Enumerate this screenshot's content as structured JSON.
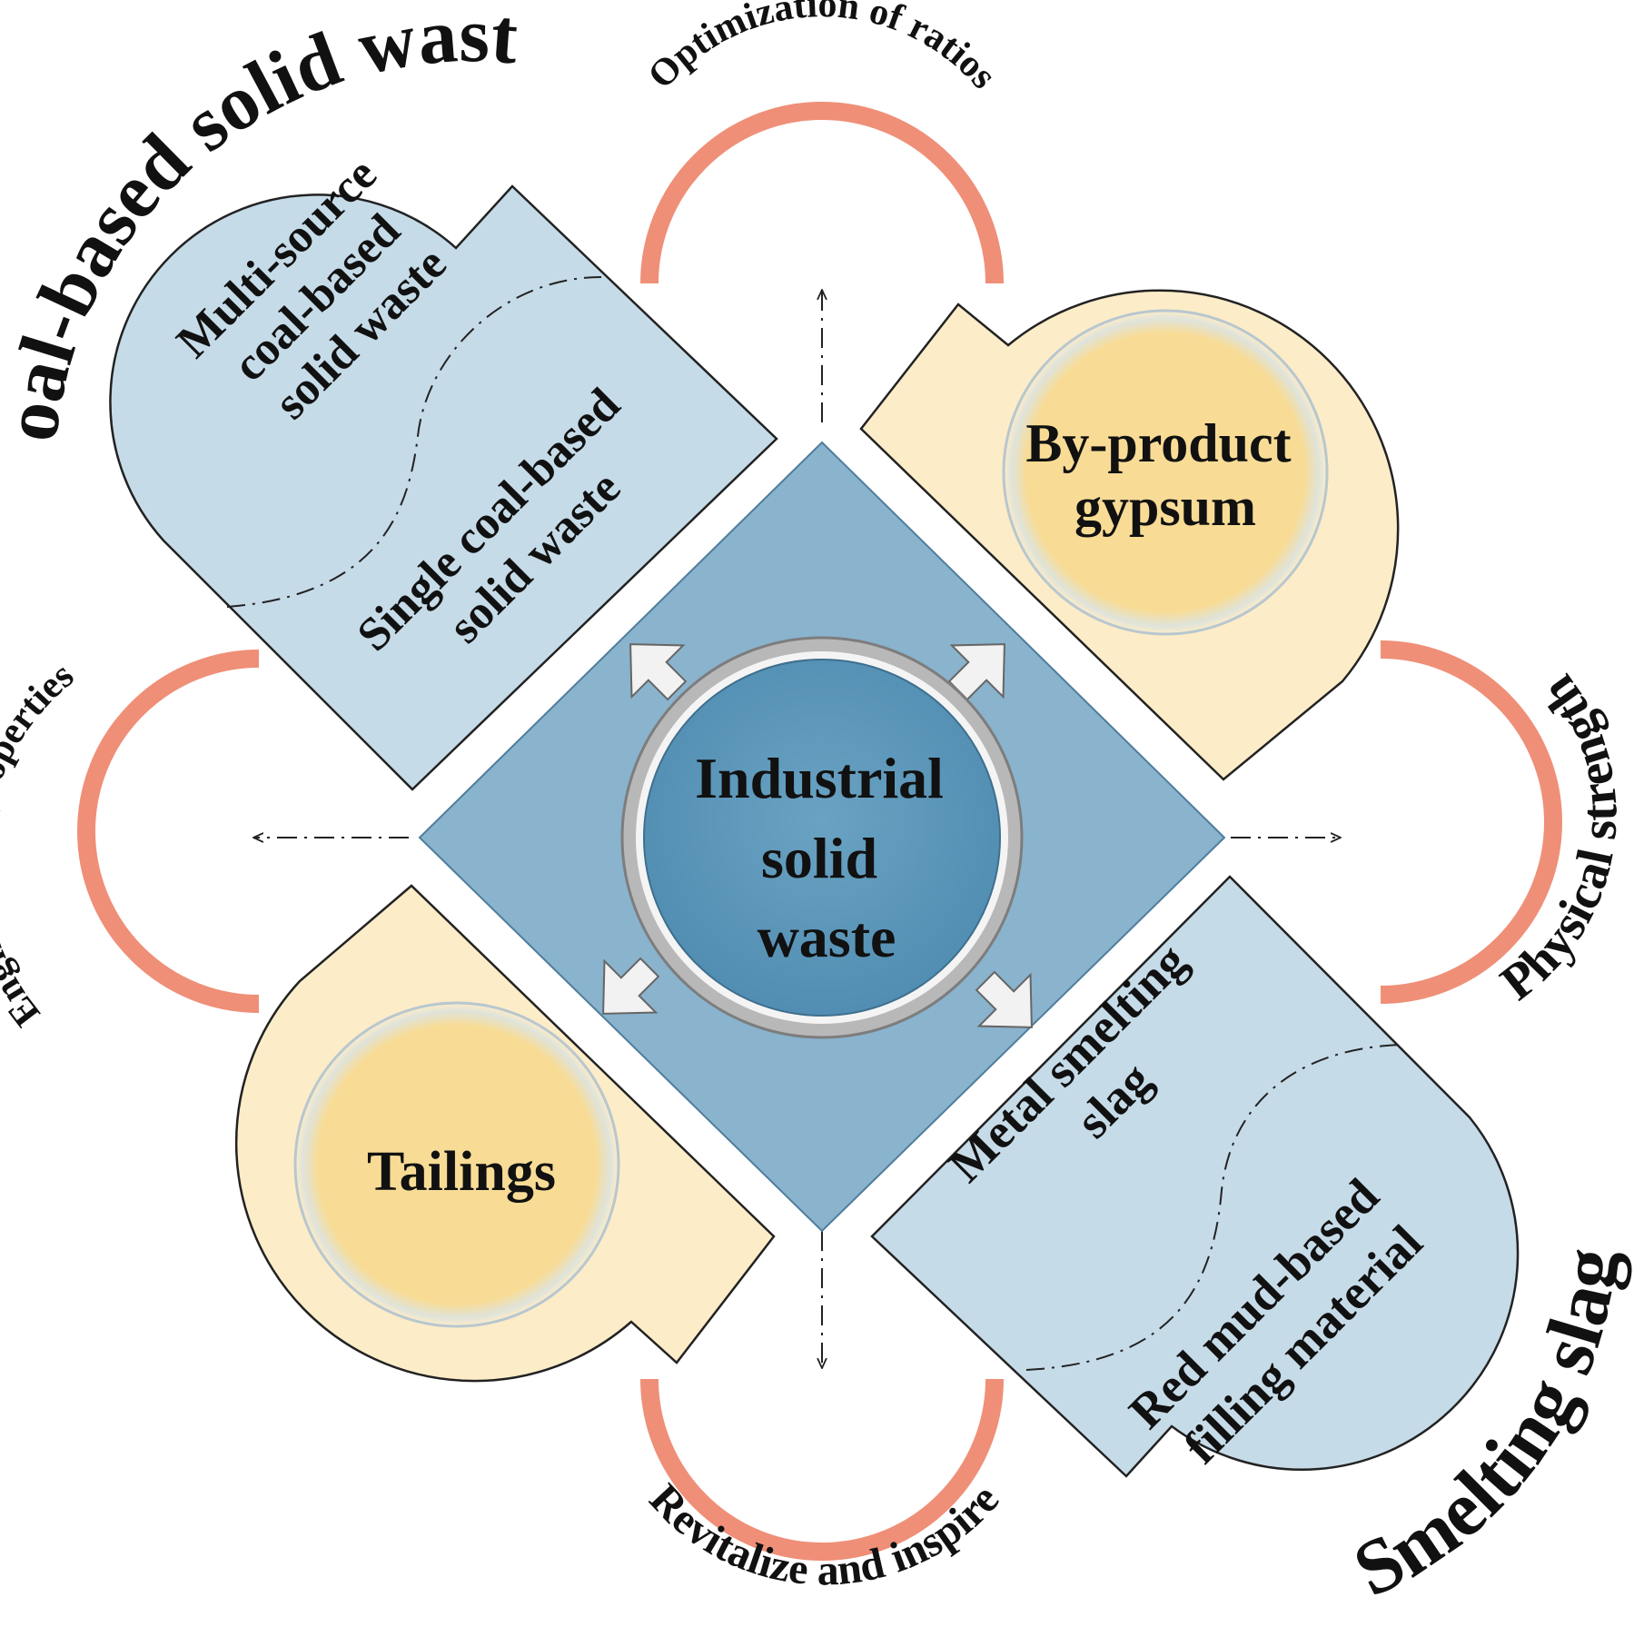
{
  "center": {
    "lines": [
      "Industrial",
      "solid",
      "waste"
    ]
  },
  "petals": {
    "coal": {
      "title": "Coal-based solid waste",
      "multi": [
        "Multi-source",
        "coal-based",
        "solid waste"
      ],
      "single": [
        "Single coal-based",
        "solid waste"
      ]
    },
    "gypsum": {
      "lines": [
        "By-product",
        "gypsum"
      ]
    },
    "tailings": {
      "label": "Tailings"
    },
    "slag": {
      "title": "Smelting slag",
      "metal": [
        "Metal smelting",
        "slag"
      ],
      "redmud": [
        "Red mud-based",
        "filling material"
      ]
    }
  },
  "arcs": {
    "top": "Optimization of ratios",
    "right": "Physical strength",
    "bottom": "Revitalize and inspire",
    "left": "Engineering properties"
  },
  "colors": {
    "blue_petal": "#c6dbe8",
    "yellow_petal": "#fcecc8",
    "yellow_circle": "#f8dc96",
    "diamond": "#8ab3cd",
    "center_circle": "#5d97b9",
    "arc": "#ef8f78"
  }
}
